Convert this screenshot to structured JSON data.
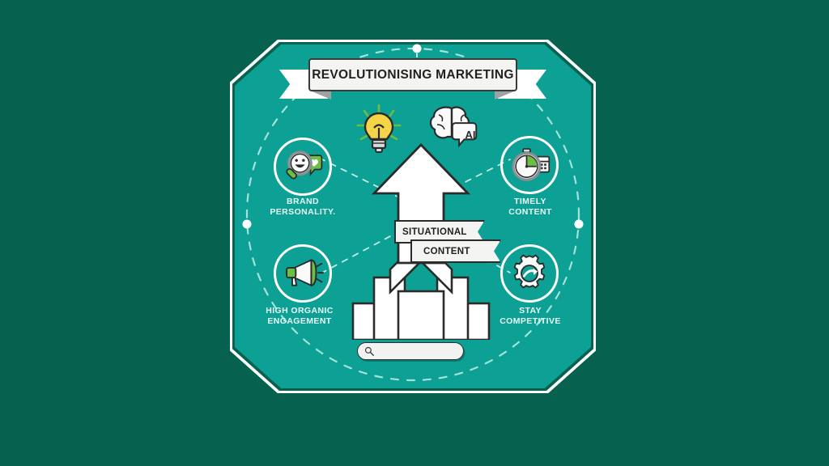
{
  "theme": {
    "background": "#07614f",
    "panel": "#0da094",
    "outline": "#ffffff",
    "ink": "#231f20",
    "paper": "#f4f4f2",
    "accent_green": "#6cbe45",
    "accent_yellow": "#f5d547",
    "label_text": "#eafaf7"
  },
  "banner": {
    "title": "REVOLUTIONISING MARKETING"
  },
  "center": {
    "banner_line1": "SITUATIONAL",
    "banner_line2": "CONTENT",
    "arrow_icon": "up-arrow-growth",
    "pedestal_icon": "bar-chart-podium"
  },
  "top_icons": [
    {
      "id": "idea",
      "icon": "lightbulb-icon",
      "label": ""
    },
    {
      "id": "ai",
      "icon": "brain-ai-icon",
      "label": "AI"
    }
  ],
  "nodes": [
    {
      "id": "brand-personality",
      "icon": "magnifier-smiley-icon",
      "label_line1": "BRAND",
      "label_line2": "PERSONALITY.",
      "position": "top-left"
    },
    {
      "id": "timely-content",
      "icon": "stopwatch-calendar-icon",
      "label_line1": "TIMELY",
      "label_line2": "CONTENT",
      "position": "top-right"
    },
    {
      "id": "high-organic-engagement",
      "icon": "megaphone-icon",
      "label_line1": "HIGH ORGANIC",
      "label_line2": "ENGAGEMENT",
      "position": "bottom-left"
    },
    {
      "id": "stay-competitive",
      "icon": "gear-arrow-icon",
      "label_line1": "STAY",
      "label_line2": "COMPETITIVE",
      "position": "bottom-right"
    }
  ],
  "search": {
    "icon": "search-icon",
    "value": "",
    "placeholder": ""
  }
}
